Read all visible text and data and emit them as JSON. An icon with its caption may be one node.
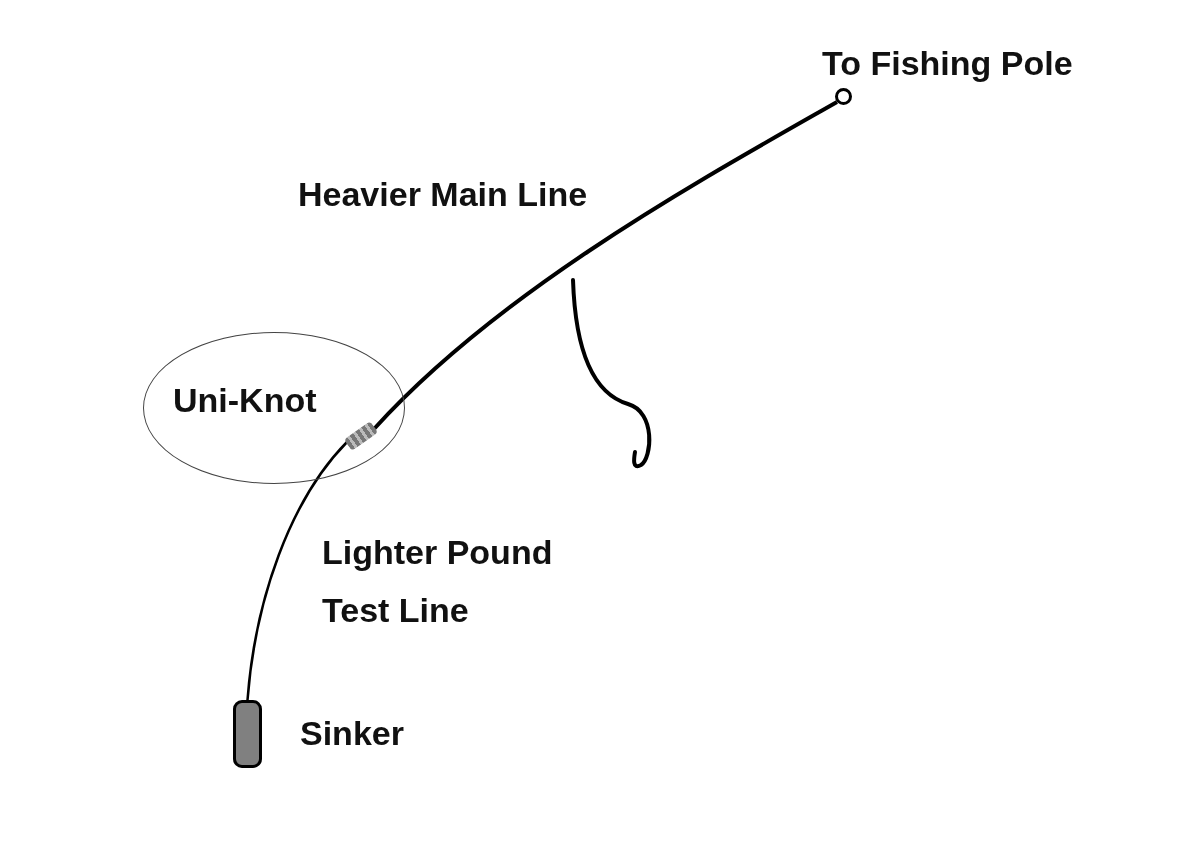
{
  "diagram": {
    "nodes": [
      {
        "text": [],
        "shape": "circle",
        "beside": [
          "To Fishing Pole"
        ]
      },
      {
        "text": [
          "Uni-Knot"
        ]
      },
      {
        "text": [],
        "shape": "box",
        "in": 1
      },
      {
        "text": [],
        "shape": "box",
        "beside": [
          "Sinker"
        ]
      }
    ],
    "edges": [
      {
        "from": 0,
        "to": 2,
        "arrow": "none"
      },
      {
        "from": 2,
        "to": 3,
        "arrow": "none"
      }
    ],
    "labels": [
      "Heavier Main Line",
      "Lighter Pound Test Line"
    ]
  }
}
